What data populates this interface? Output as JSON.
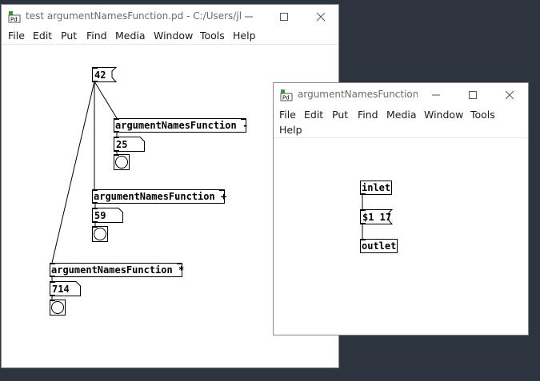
{
  "main_window": {
    "title": "test argumentNamesFunction.pd  - C:/Users/jl...",
    "menu": [
      "File",
      "Edit",
      "Put",
      "Find",
      "Media",
      "Window",
      "Tools",
      "Help"
    ],
    "message_box": "42",
    "objects": {
      "minus": "argumentNamesFunction -",
      "plus": "argumentNamesFunction +",
      "times": "argumentNamesFunction *"
    },
    "number_boxes": {
      "minus": "25",
      "plus": "59",
      "times": "714"
    }
  },
  "sub_window": {
    "title": "argumentNamesFunction....",
    "menu": [
      "File",
      "Edit",
      "Put",
      "Find",
      "Media",
      "Window",
      "Tools",
      "Help"
    ],
    "objects": {
      "inlet": "inlet",
      "message": "$1 17",
      "outlet": "outlet"
    }
  },
  "colors": {
    "desktop": "#2c3440",
    "window_bg": "#ffffff",
    "pd_icon_green": "#3a9a3a"
  },
  "icons": {
    "app": "pd-icon",
    "minimize": "minimize-icon",
    "maximize": "maximize-icon",
    "close": "close-icon"
  }
}
